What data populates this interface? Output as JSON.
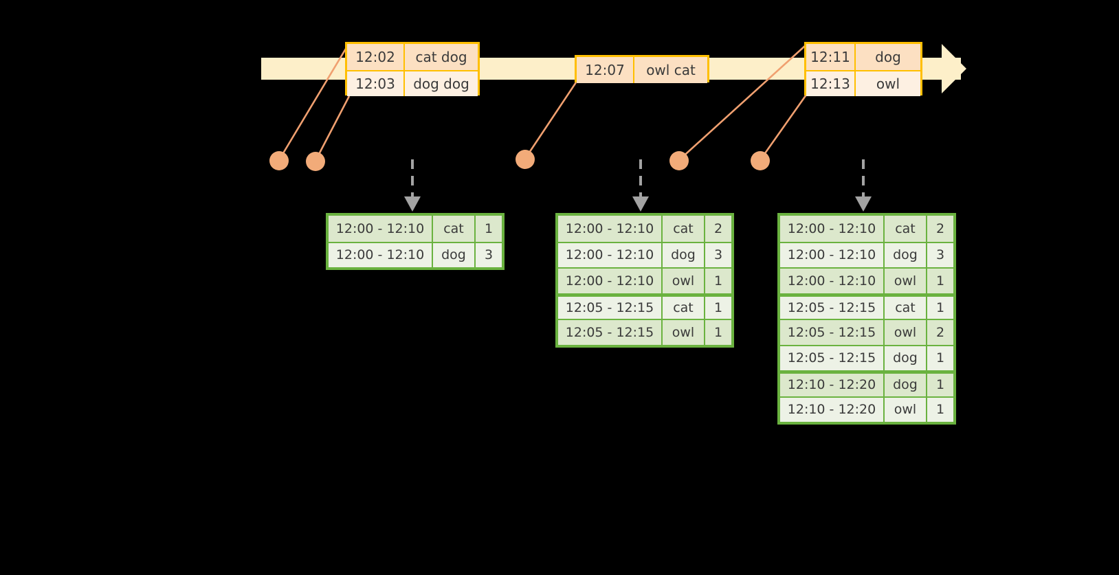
{
  "colors": {
    "background": "#000000",
    "timeline_band": "#FDEFC9",
    "event_border": "#FFBF00",
    "event_fill_shade": "#FCE0C2",
    "event_fill_light": "#FDF0E2",
    "table_border": "#6AB23F",
    "table_fill_shade": "#DCE8CC",
    "table_fill_light": "#EDF2E6",
    "connector": "#F0A070",
    "arrow_gray": "#A0A0A0"
  },
  "timeline": {
    "name": "event-timeline-arrow",
    "event_groups": [
      {
        "name": "event-group-1",
        "rows": [
          {
            "time": "12:02",
            "words": "cat dog"
          },
          {
            "time": "12:03",
            "words": "dog dog"
          }
        ]
      },
      {
        "name": "event-group-2",
        "rows": [
          {
            "time": "12:07",
            "words": "owl cat"
          }
        ]
      },
      {
        "name": "event-group-3",
        "rows": [
          {
            "time": "12:11",
            "words": "dog"
          },
          {
            "time": "12:13",
            "words": "owl"
          }
        ]
      }
    ]
  },
  "tables": [
    {
      "name": "result-table-1",
      "rows": [
        {
          "window": "12:00 - 12:10",
          "word": "cat",
          "count": "1",
          "group": 0
        },
        {
          "window": "12:00 - 12:10",
          "word": "dog",
          "count": "3",
          "group": 0
        }
      ]
    },
    {
      "name": "result-table-2",
      "rows": [
        {
          "window": "12:00 - 12:10",
          "word": "cat",
          "count": "2",
          "group": 0
        },
        {
          "window": "12:00 - 12:10",
          "word": "dog",
          "count": "3",
          "group": 0
        },
        {
          "window": "12:00 - 12:10",
          "word": "owl",
          "count": "1",
          "group": 0
        },
        {
          "window": "12:05 - 12:15",
          "word": "cat",
          "count": "1",
          "group": 1
        },
        {
          "window": "12:05 - 12:15",
          "word": "owl",
          "count": "1",
          "group": 1
        }
      ]
    },
    {
      "name": "result-table-3",
      "rows": [
        {
          "window": "12:00 - 12:10",
          "word": "cat",
          "count": "2",
          "group": 0
        },
        {
          "window": "12:00 - 12:10",
          "word": "dog",
          "count": "3",
          "group": 0
        },
        {
          "window": "12:00 - 12:10",
          "word": "owl",
          "count": "1",
          "group": 0
        },
        {
          "window": "12:05 - 12:15",
          "word": "cat",
          "count": "1",
          "group": 1
        },
        {
          "window": "12:05 - 12:15",
          "word": "owl",
          "count": "2",
          "group": 1
        },
        {
          "window": "12:05 - 12:15",
          "word": "dog",
          "count": "1",
          "group": 1
        },
        {
          "window": "12:10 - 12:20",
          "word": "dog",
          "count": "1",
          "group": 2
        },
        {
          "window": "12:10 - 12:20",
          "word": "owl",
          "count": "1",
          "group": 2
        }
      ]
    }
  ]
}
